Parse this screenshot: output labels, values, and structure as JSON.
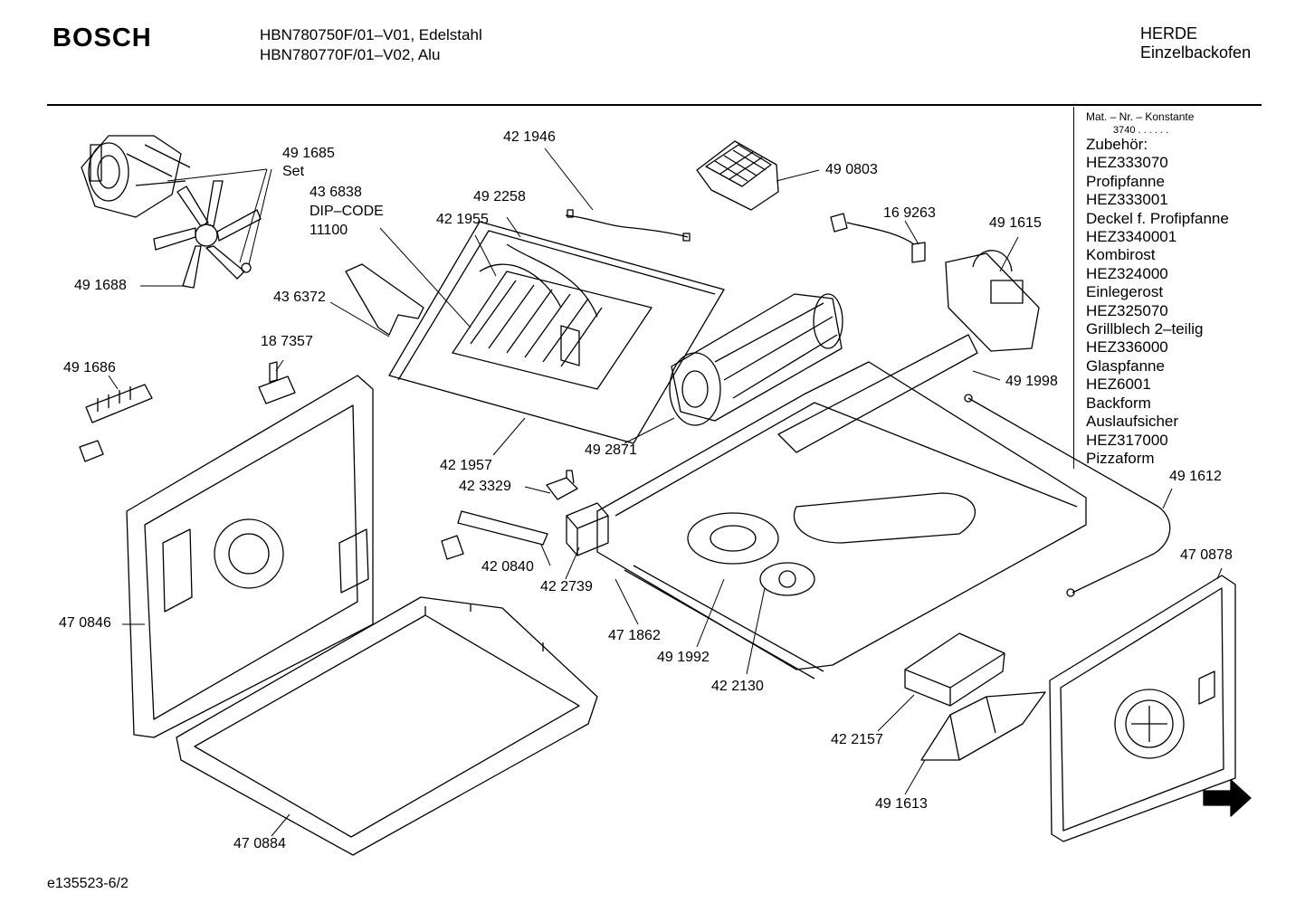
{
  "header": {
    "brand": "BOSCH",
    "models": [
      "HBN780750F/01–V01, Edelstahl",
      "HBN780770F/01–V02, Alu"
    ],
    "category": [
      "HERDE",
      "Einzelbackofen"
    ]
  },
  "accessories": {
    "header": "Mat. – Nr. – Konstante",
    "constant": "3740 . . . . . .",
    "items": [
      "Zubehör:",
      "HEZ333070",
      "Profipfanne",
      "HEZ333001",
      "Deckel f. Profipfanne",
      "HEZ3340001",
      "Kombirost",
      "HEZ324000",
      "Einlegerost",
      "HEZ325070",
      "Grillblech 2–teilig",
      "HEZ336000",
      "Glaspfanne",
      "HEZ6001",
      "Backform",
      "Auslaufsicher",
      "HEZ317000",
      "Pizzaform"
    ]
  },
  "part_labels": {
    "p491685": "49 1685",
    "p491685_set": "Set",
    "p436838": "43 6838",
    "p436838_dip": "DIP–CODE",
    "p436838_code": "11100",
    "p421946": "42 1946",
    "p492258": "49 2258",
    "p421955": "42 1955",
    "p490803": "49 0803",
    "p169263": "16 9263",
    "p491615": "49 1615",
    "p491688": "49 1688",
    "p436372": "43 6372",
    "p187357": "18 7357",
    "p491686": "49 1686",
    "p491998": "49 1998",
    "p421957": "42 1957",
    "p492871": "49 2871",
    "p423329": "42 3329",
    "p491612": "49 1612",
    "p420840": "42 0840",
    "p422739": "42 2739",
    "p470878": "47 0878",
    "p470846": "47 0846",
    "p471862": "47 1862",
    "p491992": "49 1992",
    "p422130": "42 2130",
    "p422157": "42 2157",
    "p491613": "49 1613",
    "p470884": "47 0884"
  },
  "footer": {
    "doc_id": "e135523-6/2"
  },
  "icons": {
    "next_page": "arrow-right-icon"
  }
}
